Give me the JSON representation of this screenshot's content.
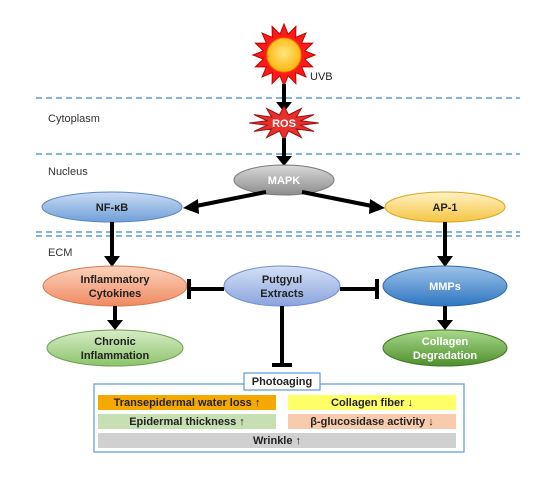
{
  "stimulus": {
    "label": "UVB"
  },
  "regions": {
    "cytoplasm": "Cytoplasm",
    "nucleus": "Nucleus",
    "ecm": "ECM"
  },
  "nodes": {
    "ros": "ROS",
    "mapk": "MAPK",
    "nfkb": "NF-κB",
    "ap1": "AP-1",
    "inflammatory_cytokines": [
      "Inflammatory",
      "Cytokines"
    ],
    "putgyul_extracts": [
      "Putgyul",
      "Extracts"
    ],
    "mmps": "MMPs",
    "chronic_inflammation": [
      "Chronic",
      "Inflammation"
    ],
    "collagen_degradation": [
      "Collagen",
      "Degradation"
    ]
  },
  "photoaging": {
    "title": "Photoaging",
    "cells": {
      "tewl": "Transepidermal water loss ↑",
      "collagen_fiber": "Collagen fiber ↓",
      "epidermal_thickness": "Epidermal thickness ↑",
      "glucosidase": "β-glucosidase activity ↓",
      "wrinkle": "Wrinkle ↑"
    }
  },
  "colors": {
    "dashed_line": "#5b9bd5",
    "sun_rays": "#ff1a1a",
    "sun_core": "#ffc000",
    "ros": "#e8302a",
    "mapk": "#a6a6a6",
    "nfkb": "#8eb4e3",
    "ap1": "#ffd966",
    "cytokines": "#f4a582",
    "putgyul": "#9fb6e6",
    "mmps": "#5b9bd5",
    "chronic": "#a9d18e",
    "collagen_degradation": "#70ad47",
    "tewl_cell": "#f5a800",
    "collagen_fiber_cell": "#ffff66",
    "epidermal_cell": "#c6e0b4",
    "glucosidase_cell": "#f8cbad",
    "wrinkle_cell": "#d0d0d0",
    "panel_border": "#5b9bd5"
  }
}
